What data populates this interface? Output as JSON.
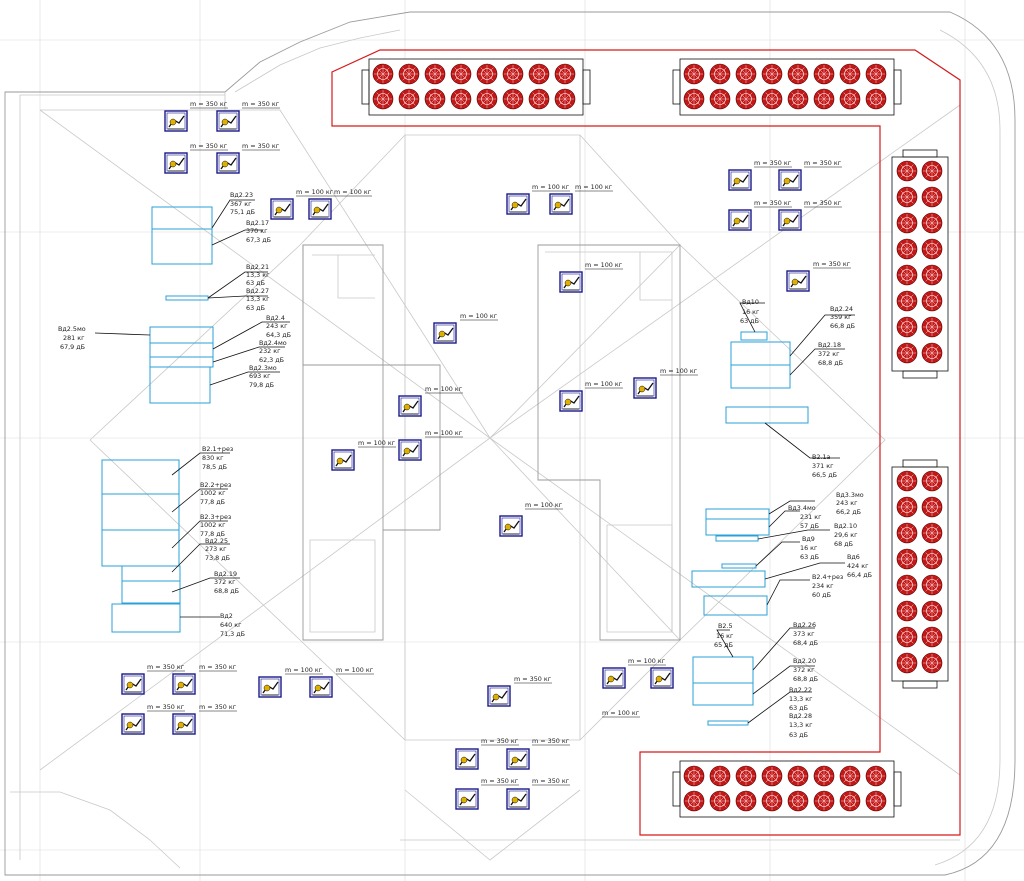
{
  "colors": {
    "outline": "#d61a1a",
    "chiller": "#c11818",
    "equipment": "#2aa0d8",
    "fan": "#1a1a8a",
    "fan_accent": "#e0b000"
  },
  "mass_labels": {
    "m350": "m = 350 кг",
    "m100": "m = 100 кг"
  },
  "left_labels": {
    "vd2_23": {
      "name": "Вд2.23",
      "mass": "367 кг",
      "level": "75,1 дБ"
    },
    "vd2_17": {
      "name": "Вд2.17",
      "mass": "370 кг",
      "level": "67,3 дБ"
    },
    "vd2_21": {
      "name": "Вд2.21",
      "mass": "13,3 кг",
      "level": "63 дБ"
    },
    "vd2_27": {
      "name": "Вд2.27",
      "mass": "13,3 кг",
      "level": "63 дБ"
    },
    "vd2_5mo": {
      "name": "Вд2.5мо",
      "mass": "281 кг",
      "level": "67,9 дБ"
    },
    "vd2_4": {
      "name": "Вд2.4",
      "mass": "243 кг",
      "level": "64,3 дБ"
    },
    "vd2_4mo": {
      "name": "Вд2.4мо",
      "mass": "232 кг",
      "level": "62,3 дБ"
    },
    "vd2_3mo": {
      "name": "Вд2.3мо",
      "mass": "693 кг",
      "level": "79,8 дБ"
    },
    "v2_1rez": {
      "name": "В2.1+рез",
      "mass": "830 кг",
      "level": "78,5 дБ"
    },
    "v2_2rez": {
      "name": "В2.2+рез",
      "mass": "1002 кг",
      "level": "77,8 дБ"
    },
    "v2_3rez": {
      "name": "В2.3+рез",
      "mass": "1002 кг",
      "level": "77,8 дБ"
    },
    "vd2_25": {
      "name": "Вд2.25",
      "mass": "273 кг",
      "level": "73,8 дБ"
    },
    "vd2_19": {
      "name": "Вд2.19",
      "mass": "372 кг",
      "level": "68,8 дБ"
    },
    "vd2": {
      "name": "Вд2",
      "mass": "640 кг",
      "level": "71,3 дБ"
    }
  },
  "right_labels": {
    "vd10": {
      "name": "Вд10",
      "mass": "16 кг",
      "level": "63 дБ"
    },
    "vd2_24": {
      "name": "Вд2.24",
      "mass": "359 кг",
      "level": "66,8 дБ"
    },
    "vd2_18": {
      "name": "Вд2.18",
      "mass": "372 кг",
      "level": "68,8 дБ"
    },
    "v2_1a": {
      "name": "В2.1а",
      "mass": "371 кг",
      "level": "66,5 дБ"
    },
    "vd3_3mo": {
      "name": "Вд3.3мо",
      "mass": "243 кг",
      "level": "66,2 дБ"
    },
    "vd3_4mo": {
      "name": "Вд3.4мо",
      "mass": "231 кг",
      "level": "57 дБ"
    },
    "vd2_10": {
      "name": "Вд2.10",
      "mass": "29,6 кг",
      "level": "68 дБ"
    },
    "vd9": {
      "name": "Вд9",
      "mass": "16 кг",
      "level": "63 дБ"
    },
    "vd6": {
      "name": "Вд6",
      "mass": "424 кг",
      "level": "66,4 дБ"
    },
    "v2_4rez": {
      "name": "В2.4+рез",
      "mass": "234 кг",
      "level": "60 дБ"
    },
    "v2_5": {
      "name": "В2.5",
      "mass": "16 кг",
      "level": "65 дБ"
    },
    "vd2_26": {
      "name": "Вд2.26",
      "mass": "373 кг",
      "level": "68,4 дБ"
    },
    "vd2_20": {
      "name": "Вд2.20",
      "mass": "372 кг",
      "level": "68,8 дБ"
    },
    "vd2_22": {
      "name": "Вд2.22",
      "mass": "13,3 кг",
      "level": "63 дБ"
    },
    "vd2_28": {
      "name": "Вд2.28",
      "mass": "13,3 кг",
      "level": "63 дБ"
    }
  }
}
